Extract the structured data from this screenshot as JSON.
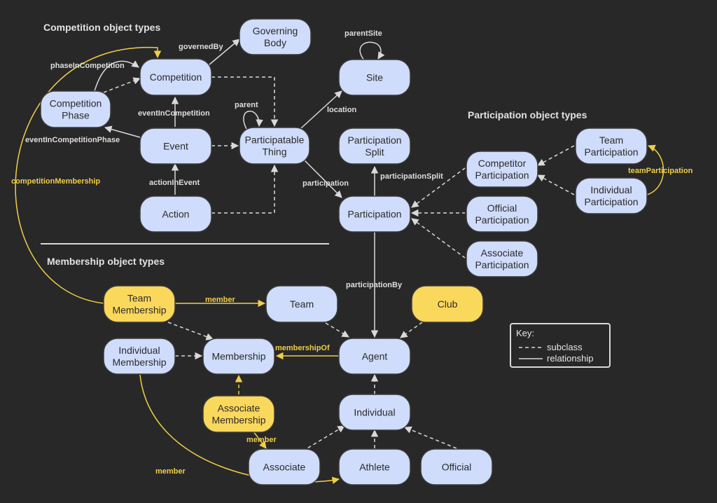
{
  "colors": {
    "background": "#282829",
    "node_blue": "#cfdcfb",
    "node_yellow": "#fad85c",
    "line_white": "#d9d9d9",
    "line_yellow": "#f0ce45",
    "label_white": "#dedede",
    "label_yellow": "#f0ce45"
  },
  "sections": {
    "competition": "Competition object types",
    "participation": "Participation object types",
    "membership": "Membership object types"
  },
  "nodes": {
    "governing_body": [
      "Governing",
      "Body"
    ],
    "competition": [
      "Competition"
    ],
    "competition_phase": [
      "Competition",
      "Phase"
    ],
    "event": [
      "Event"
    ],
    "action": [
      "Action"
    ],
    "participatable_thing": [
      "Participatable",
      "Thing"
    ],
    "site": [
      "Site"
    ],
    "participation_split": [
      "Participation",
      "Split"
    ],
    "participation": [
      "Participation"
    ],
    "competitor_participation": [
      "Competitor",
      "Participation"
    ],
    "official_participation": [
      "Official",
      "Participation"
    ],
    "associate_participation": [
      "Associate",
      "Participation"
    ],
    "team_participation": [
      "Team",
      "Participation"
    ],
    "individual_participation": [
      "Individual",
      "Participation"
    ],
    "team_membership": [
      "Team",
      "Membership"
    ],
    "team": [
      "Team"
    ],
    "club": [
      "Club"
    ],
    "individual_membership": [
      "Individual",
      "Membership"
    ],
    "membership": [
      "Membership"
    ],
    "agent": [
      "Agent"
    ],
    "associate_membership": [
      "Associate",
      "Membership"
    ],
    "individual": [
      "Individual"
    ],
    "associate": [
      "Associate"
    ],
    "athlete": [
      "Athlete"
    ],
    "official": [
      "Official"
    ]
  },
  "edges": {
    "governed_by": "governedBy",
    "phase_in_competition": "phaseInCompetition",
    "event_in_competition": "eventInCompetition",
    "event_in_competition_phase": "eventInCompetitionPhase",
    "action_in_event": "actionInEvent",
    "parent": "parent",
    "parent_site": "parentSite",
    "location": "location",
    "participation": "participation",
    "participation_split": "participationSplit",
    "participation_by": "participationBy",
    "team_participation": "teamParticipation",
    "competition_membership": "competitionMembership",
    "member_team": "member",
    "membership_of": "membershipOf",
    "member_associate": "member",
    "member_individual": "member"
  },
  "key": {
    "title": "Key:",
    "subclass": "subclass",
    "relationship": "relationship"
  }
}
